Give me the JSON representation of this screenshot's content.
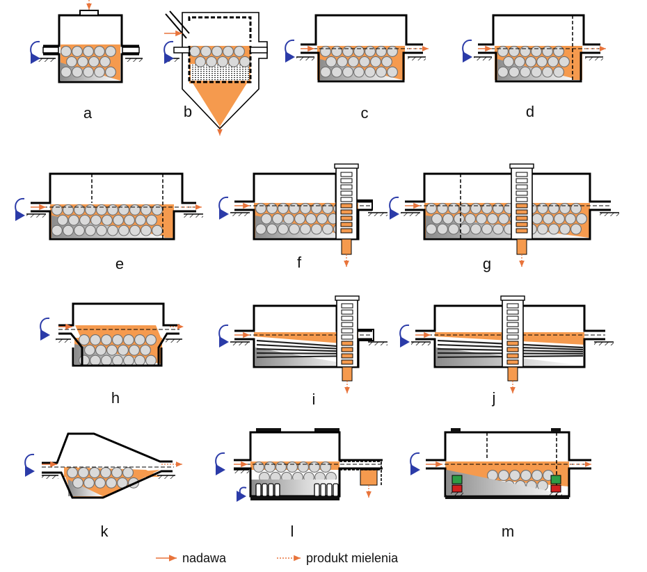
{
  "colors": {
    "material": "#F59A4E",
    "ball_fill": "#DADADA",
    "ball_stroke": "#6E6E6E",
    "wall": "#000000",
    "rotation_arrow": "#2B3BA8",
    "feed_arrow": "#E8743B",
    "product_arrow": "#E8743B"
  },
  "panels": [
    {
      "id": "a",
      "label": "a",
      "variant": "closed-trunnion"
    },
    {
      "id": "b",
      "label": "b",
      "variant": "cone-screen"
    },
    {
      "id": "c",
      "label": "c",
      "variant": "flow-through"
    },
    {
      "id": "d",
      "label": "d",
      "variant": "end-diaphragm"
    },
    {
      "id": "e",
      "label": "e",
      "variant": "two-compartment"
    },
    {
      "id": "f",
      "label": "f",
      "variant": "end-lifter-discharge"
    },
    {
      "id": "g",
      "label": "g",
      "variant": "center-lifter-discharge"
    },
    {
      "id": "h",
      "label": "h",
      "variant": "conical-ends"
    },
    {
      "id": "i",
      "label": "i",
      "variant": "rod-mill-end"
    },
    {
      "id": "j",
      "label": "j",
      "variant": "rod-mill-center"
    },
    {
      "id": "k",
      "label": "k",
      "variant": "conical-mill"
    },
    {
      "id": "l",
      "label": "l",
      "variant": "roller-drive"
    },
    {
      "id": "m",
      "label": "m",
      "variant": "tyre-drive"
    }
  ],
  "legend": {
    "feed_label": "nadawa",
    "product_label": "produkt mielenia"
  }
}
